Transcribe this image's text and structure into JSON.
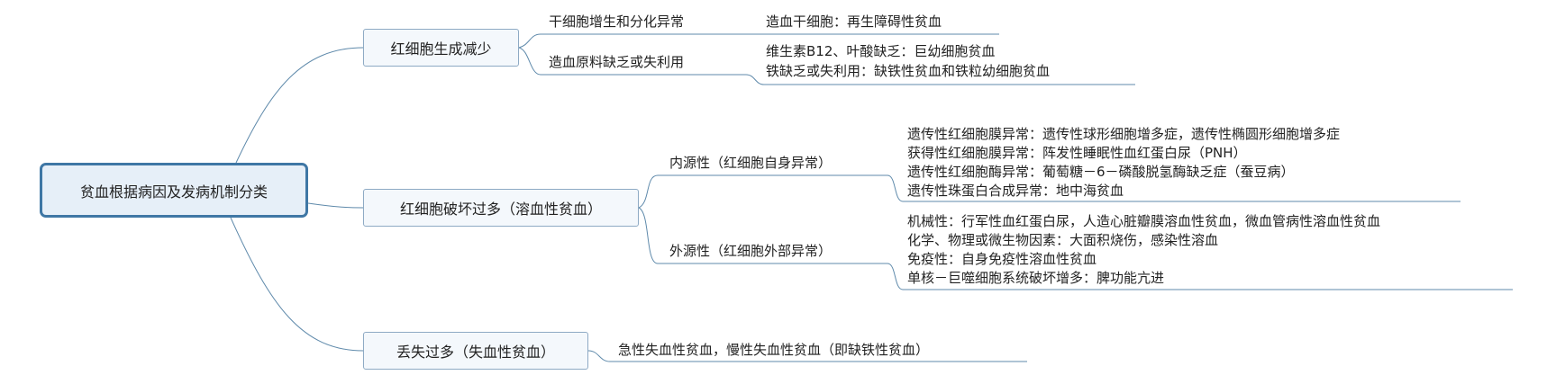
{
  "root": "贫血根据病因及发病机制分类",
  "branches": [
    {
      "label": "红细胞生成减少",
      "children": [
        {
          "label": "干细胞增生和分化异常",
          "leaves": [
            "造血干细胞：再生障碍性贫血"
          ]
        },
        {
          "label": "造血原料缺乏或失利用",
          "leaves": [
            "维生素B12、叶酸缺乏：巨幼细胞贫血",
            "铁缺乏或失利用：缺铁性贫血和铁粒幼细胞贫血"
          ]
        }
      ]
    },
    {
      "label": "红细胞破坏过多（溶血性贫血）",
      "children": [
        {
          "label": "内源性（红细胞自身异常）",
          "leaves": [
            "遗传性红细胞膜异常：遗传性球形细胞增多症，遗传性椭圆形细胞增多症",
            "获得性红细胞膜异常：阵发性睡眠性血红蛋白尿（PNH）",
            "遗传性红细胞酶异常：葡萄糖－6－磷酸脱氢酶缺乏症（蚕豆病）",
            "遗传性珠蛋白合成异常：地中海贫血"
          ]
        },
        {
          "label": "外源性（红细胞外部异常）",
          "leaves": [
            "机械性：行军性血红蛋白尿，人造心脏瓣膜溶血性贫血，微血管病性溶血性贫血",
            "化学、物理或微生物因素：大面积烧伤，感染性溶血",
            "免疫性：自身免疫性溶血性贫血",
            "单核－巨噬细胞系统破坏增多：脾功能亢进"
          ]
        }
      ]
    },
    {
      "label": "丢失过多（失血性贫血）",
      "children": [
        {
          "label": "急性失血性贫血，慢性失血性贫血（即缺铁性贫血）"
        }
      ]
    }
  ],
  "colors": {
    "line": "#5f8aab",
    "root_border": "#3f77a5",
    "box_border": "#8eaac4"
  }
}
